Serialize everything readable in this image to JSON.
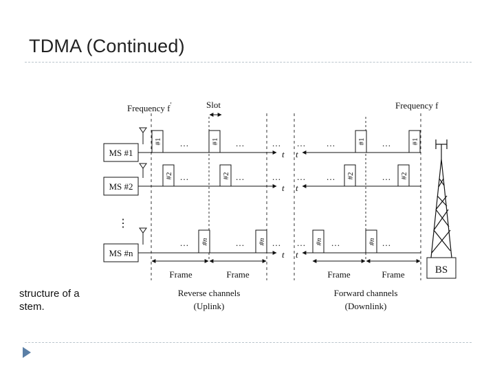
{
  "title": "TDMA (Continued)",
  "caption": {
    "line1": "structure of a",
    "line2": "stem."
  },
  "diagram": {
    "freq_left": "Frequency f",
    "freq_left_prime": "′",
    "freq_right": "Frequency f",
    "slot": "Slot",
    "ms": [
      "MS #1",
      "MS #2",
      "MS #n"
    ],
    "slot_labels": [
      "#1",
      "#2",
      "#n"
    ],
    "ellipsis": "…",
    "vdots": "⋮",
    "t": "t",
    "frame": "Frame",
    "reverse": "Reverse channels",
    "uplink": "(Uplink)",
    "forward": "Forward channels",
    "downlink": "(Downlink)",
    "bs": "BS"
  },
  "colors": {
    "title": "#222222",
    "rule": "#b9c4cc",
    "bullet": "#5b7fa6",
    "ink": "#111111"
  }
}
